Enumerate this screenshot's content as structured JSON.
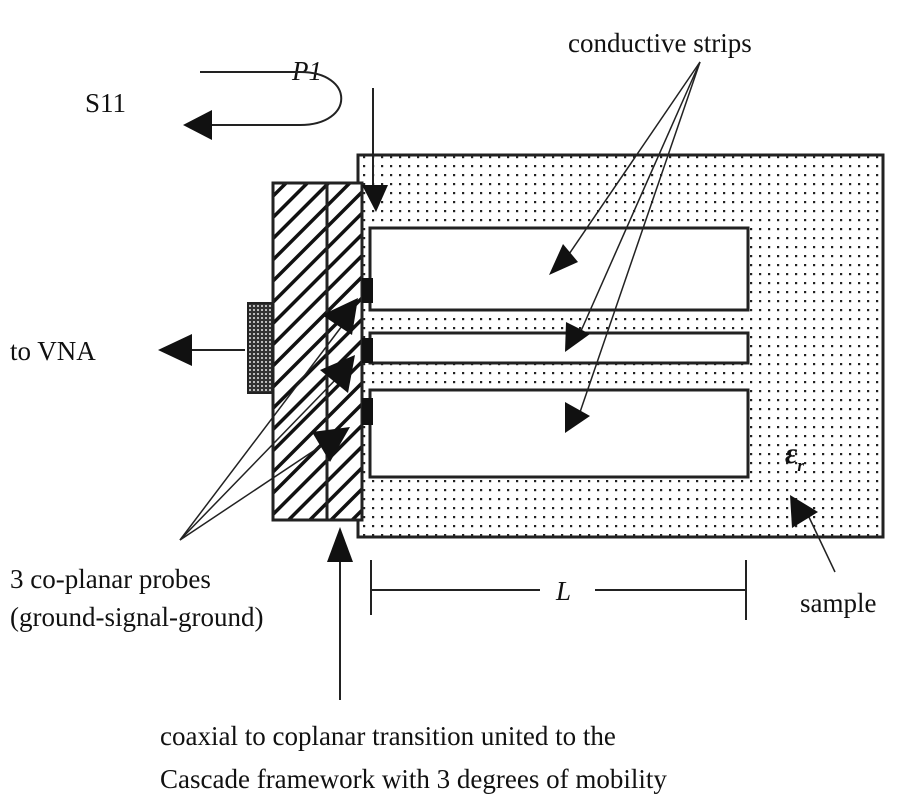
{
  "labels": {
    "port": "P1",
    "s_param": "S11",
    "vna": "to VNA",
    "strips": "conductive strips",
    "probes_line1": "3 co-planar probes",
    "probes_line2": "(ground-signal-ground)",
    "length": "L",
    "sample": "sample",
    "permittivity": "ε",
    "permittivity_sub": "r",
    "transition_line1": "coaxial to coplanar transition united to the",
    "transition_line2": "Cascade framework with 3 degrees of mobility"
  }
}
